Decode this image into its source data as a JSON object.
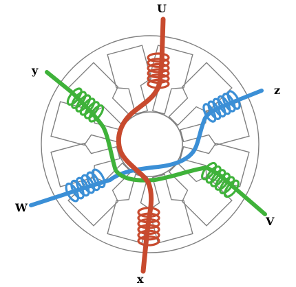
{
  "labels": {
    "U": "U",
    "x": "x",
    "y": "y",
    "z": "z",
    "W": "W",
    "V": "V"
  },
  "colors": {
    "phase_u": "#c84a2e",
    "phase_v": "#3fb23a",
    "phase_w": "#3b8fd6",
    "stator_outline": "#808080",
    "background": "#ffffff"
  }
}
